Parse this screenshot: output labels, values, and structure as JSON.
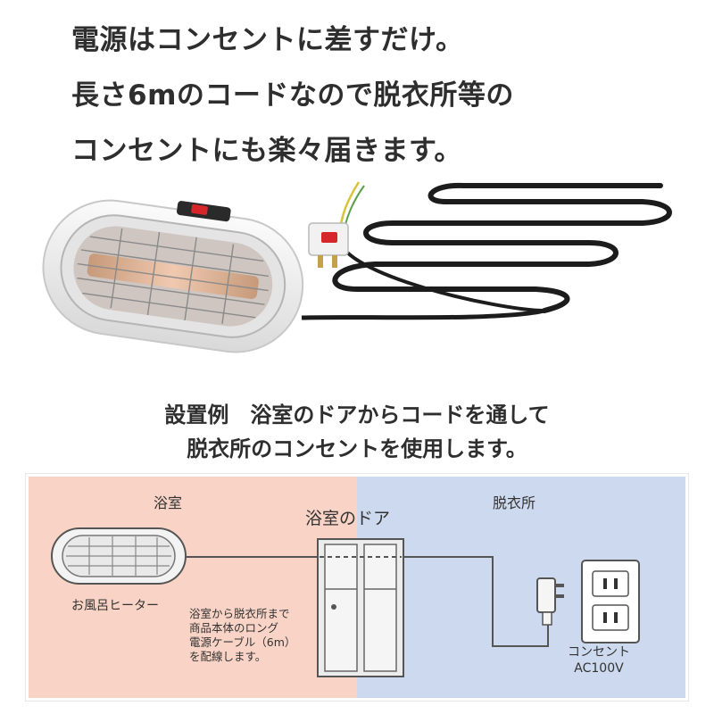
{
  "headline": {
    "line1": "電源はコンセントに差すだけ。",
    "line2": "長さ6mのコードなので脱衣所等の",
    "line3": "コンセントにも楽々届きます。"
  },
  "caption": {
    "line1": "設置例　浴室のドアからコードを通して",
    "line2": "脱衣所のコンセントを使用します。"
  },
  "diagram": {
    "bathroom_label": "浴室",
    "door_label": "浴室のドア",
    "dressing_room_label": "脱衣所",
    "heater_label": "お風呂ヒーター",
    "note_lines": [
      "浴室から脱衣所まで",
      "商品本体のロング",
      "電源ケーブル（6m）",
      "を配線します。"
    ],
    "outlet_label": "コンセント",
    "outlet_voltage": "AC100V"
  },
  "colors": {
    "bathroom_bg": "#f8d3c6",
    "dressing_bg": "#cdd9ee",
    "cord": "#1c1c1c",
    "heater_body": "#f2f2f2",
    "switch_red": "#d6262b"
  }
}
